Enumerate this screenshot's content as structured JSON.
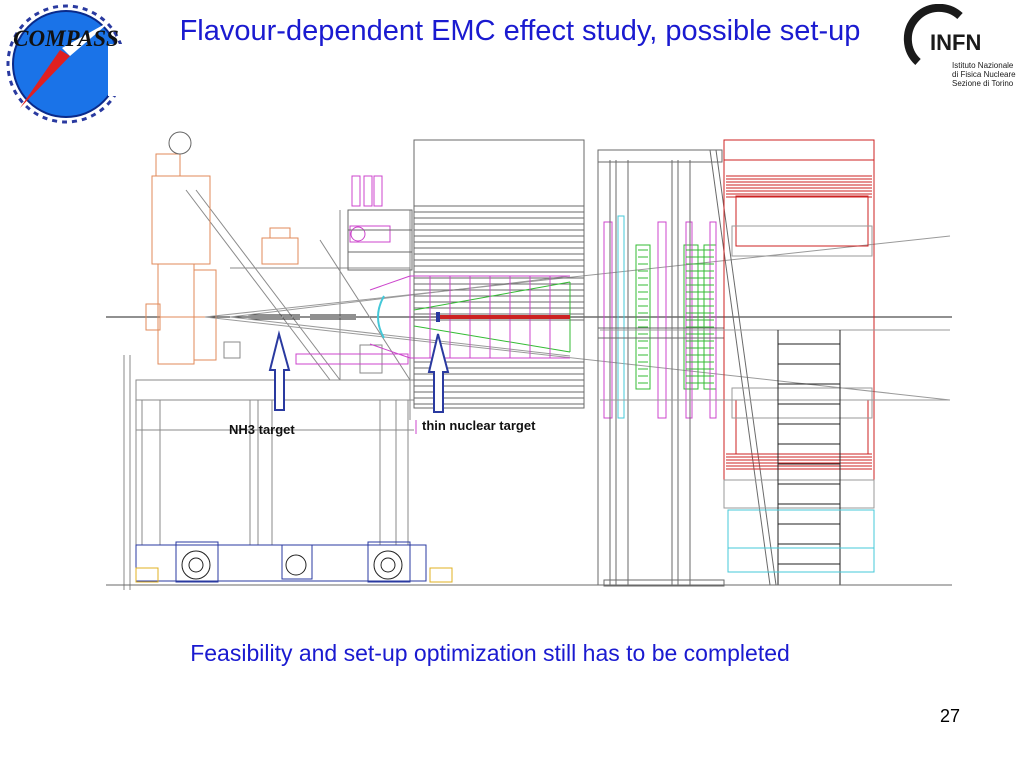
{
  "slide": {
    "title": "Flavour-dependent EMC effect study, possible set-up",
    "subtitle": "Feasibility and set-up optimization still has to be completed",
    "page_number": "27"
  },
  "logos": {
    "left": {
      "text": "COMPASS",
      "icon": "compass-logo-icon"
    },
    "right": {
      "text": "INFN",
      "caption_lines": [
        "Istituto Nazionale",
        "di Fisica Nucleare",
        "Sezione di Torino"
      ],
      "icon": "infn-logo-icon"
    }
  },
  "diagram": {
    "labels": {
      "nh3_target": "NH3 target",
      "thin_nuclear_target": "thin nuclear target"
    }
  },
  "colors": {
    "text_accent": "#1a1ad0",
    "drawing_grey": "#7a7a7a",
    "target_orange": "#e08a5a",
    "magnet_red": "#cc2222",
    "absorber_green": "#33bb33",
    "detector_magenta": "#cc44cc",
    "cyan": "#44c8d8",
    "arrow_blue": "#2a3aa0"
  }
}
